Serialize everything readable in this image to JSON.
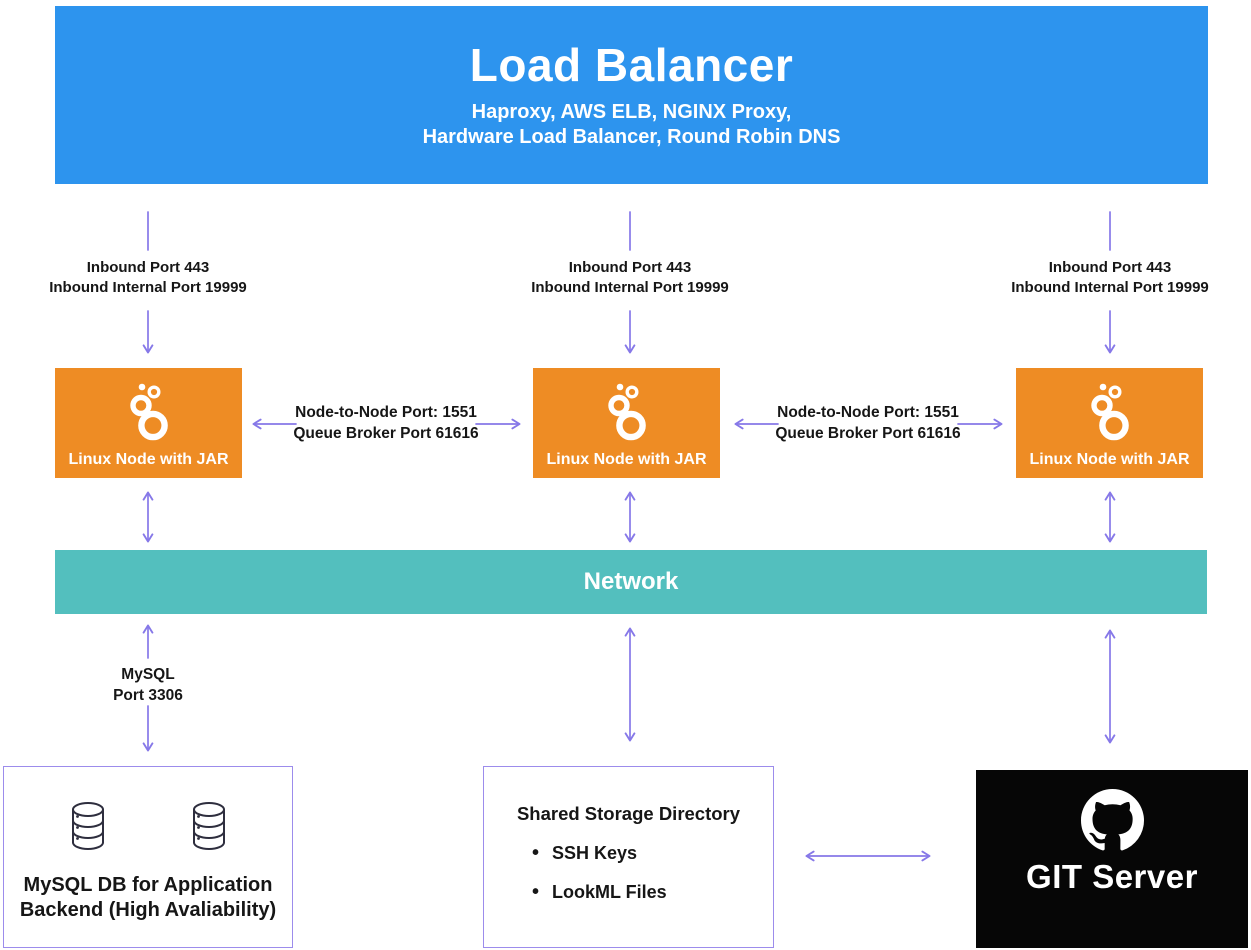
{
  "colors": {
    "load_balancer_blue": "#2D94EE",
    "node_orange": "#EE8C24",
    "network_teal": "#53BFBE",
    "arrow_purple": "#8678E8",
    "box_border_purple": "#9C8CEC",
    "git_black": "#060606",
    "text_dark": "#161616"
  },
  "load_balancer": {
    "title": "Load Balancer",
    "subtitle_lines": [
      "Haproxy, AWS ELB, NGINX Proxy,",
      "Hardware Load Balancer, Round Robin DNS"
    ]
  },
  "inbound_labels": [
    {
      "line1": "Inbound Port 443",
      "line2": "Inbound Internal Port 19999"
    },
    {
      "line1": "Inbound Port 443",
      "line2": "Inbound Internal Port 19999"
    },
    {
      "line1": "Inbound Port 443",
      "line2": "Inbound Internal Port 19999"
    }
  ],
  "nodes": [
    {
      "label": "Linux Node with JAR",
      "icon": "looker-circles-icon"
    },
    {
      "label": "Linux Node with JAR",
      "icon": "looker-circles-icon"
    },
    {
      "label": "Linux Node with JAR",
      "icon": "looker-circles-icon"
    }
  ],
  "internode_labels": [
    {
      "line1": "Node-to-Node Port: 1551",
      "line2": "Queue Broker Port 61616"
    },
    {
      "line1": "Node-to-Node Port: 1551",
      "line2": "Queue Broker Port 61616"
    }
  ],
  "network": {
    "label": "Network"
  },
  "mysql_link": {
    "line1": "MySQL",
    "line2": "Port 3306"
  },
  "mysql_db_box": {
    "icon": "database-cylinder-icon",
    "caption_line1": "MySQL DB for Application",
    "caption_line2": "Backend (High Avaliability)"
  },
  "shared_storage": {
    "title": "Shared Storage Directory",
    "items": [
      "SSH Keys",
      "LookML Files"
    ]
  },
  "git_server": {
    "label": "GIT Server",
    "icon": "github-octocat-icon"
  }
}
